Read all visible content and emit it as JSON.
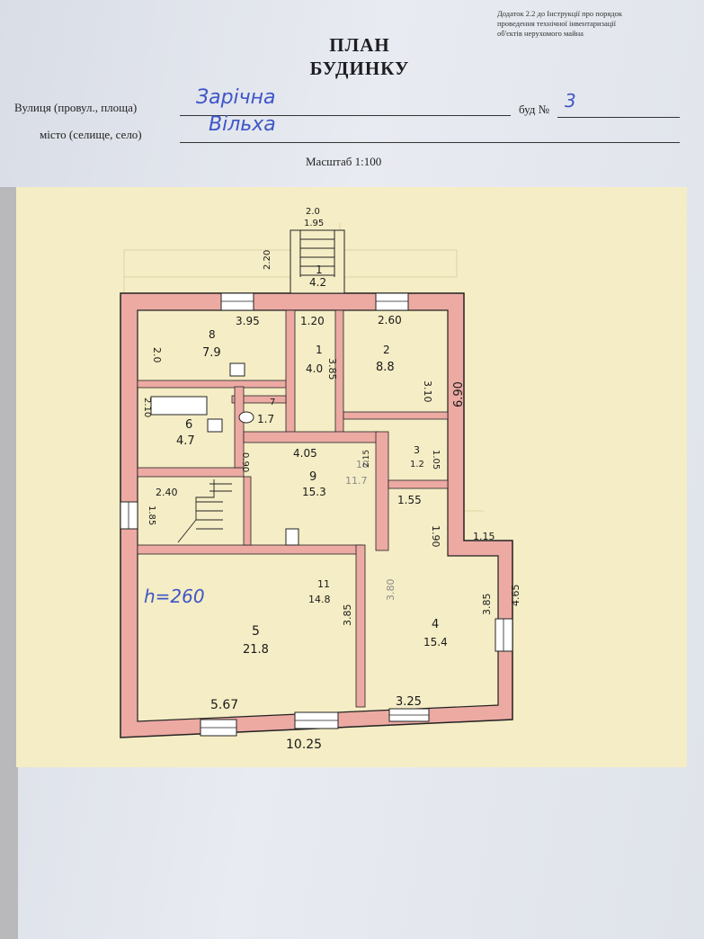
{
  "header": {
    "attachment_note": [
      "Додаток 2.2  до Інструкції про порядок",
      "проведення технічної інвентаризації",
      "об'єктів нерухомого майна"
    ],
    "title_line1": "ПЛАН",
    "title_line2": "БУДИНКУ"
  },
  "form": {
    "street_label": "Вулиця  (провул., площа)",
    "street_value": "Зарічна",
    "house_label": "буд №",
    "house_value": "3",
    "city_label": "місто (селище, село)",
    "city_value": "Вільха"
  },
  "scale_label": "Масштаб 1:100",
  "plan": {
    "rooms": [
      {
        "num": "1",
        "area": "4.2"
      },
      {
        "num": "8",
        "area": "7.9"
      },
      {
        "num": "1",
        "area": "4.0"
      },
      {
        "num": "2",
        "area": "8.8"
      },
      {
        "num": "6",
        "area": "4.7"
      },
      {
        "num": "7",
        "area": "1.7"
      },
      {
        "num": "3",
        "area": "1.2"
      },
      {
        "num": "9",
        "area": "15.3"
      },
      {
        "num": "10",
        "area": "11.7"
      },
      {
        "num": "11",
        "area": "14.8"
      },
      {
        "num": "5",
        "area": "21.8"
      },
      {
        "num": "4",
        "area": "15.4"
      }
    ],
    "dimensions": [
      "2.0",
      "1.95",
      "2.20",
      "3.95",
      "1.20",
      "2.60",
      "2.0",
      "3.85",
      "3.10",
      "6.90",
      "2.10",
      "4.05",
      "1.05",
      "0.90",
      "2.40",
      "1.85",
      "2.15",
      "1.55",
      "1.90",
      "1.15",
      "3.80",
      "3.85",
      "3.85",
      "4.65",
      "5.67",
      "3.25",
      "10.25"
    ],
    "height_note": "h=260"
  }
}
